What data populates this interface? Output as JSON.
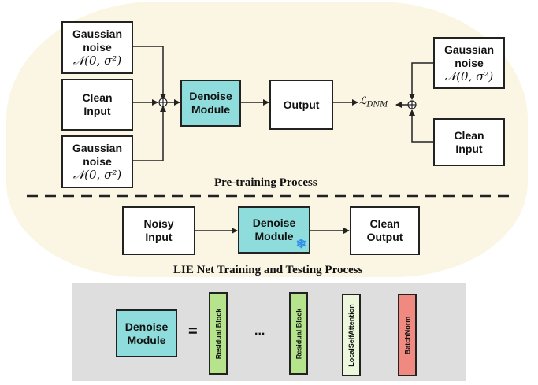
{
  "pretrain": {
    "noise_top": {
      "line1": "Gaussian",
      "line2": "noise",
      "formula": "𝒩(0, σ²)"
    },
    "clean_left": {
      "line1": "Clean",
      "line2": "Input"
    },
    "noise_bottom": {
      "line1": "Gaussian",
      "line2": "noise",
      "formula": "𝒩(0, σ²)"
    },
    "denoise": {
      "line1": "Denoise",
      "line2": "Module"
    },
    "output": "Output",
    "loss": "ℒ",
    "loss_sub": "DNM",
    "noise_right": {
      "line1": "Gaussian",
      "line2": "noise",
      "formula": "𝒩(0, σ²)"
    },
    "clean_right": {
      "line1": "Clean",
      "line2": "Input"
    },
    "caption": "Pre-training Process"
  },
  "lie": {
    "noisy": {
      "line1": "Noisy",
      "line2": "Input"
    },
    "denoise": {
      "line1": "Denoise",
      "line2": "Module"
    },
    "frozen_icon": "snowflake-icon",
    "clean_output": {
      "line1": "Clean",
      "line2": "Output"
    },
    "caption": "LIE Net Training and Testing Process"
  },
  "module": {
    "denoise": {
      "line1": "Denoise",
      "line2": "Module"
    },
    "equals": "=",
    "block1": "Residual Block",
    "dots": "...",
    "block2": "Residual Block",
    "attention": "LocalSelfAttention",
    "norm": "BatchNorm"
  },
  "colors": {
    "background_blob": "#fbf6e3",
    "teal": "#8fdcdc",
    "green": "#b5e48c",
    "attention": "#ecf7dc",
    "batchnorm": "#f08a80",
    "grey": "#dedede",
    "snowflake": "#2e8ee8"
  }
}
